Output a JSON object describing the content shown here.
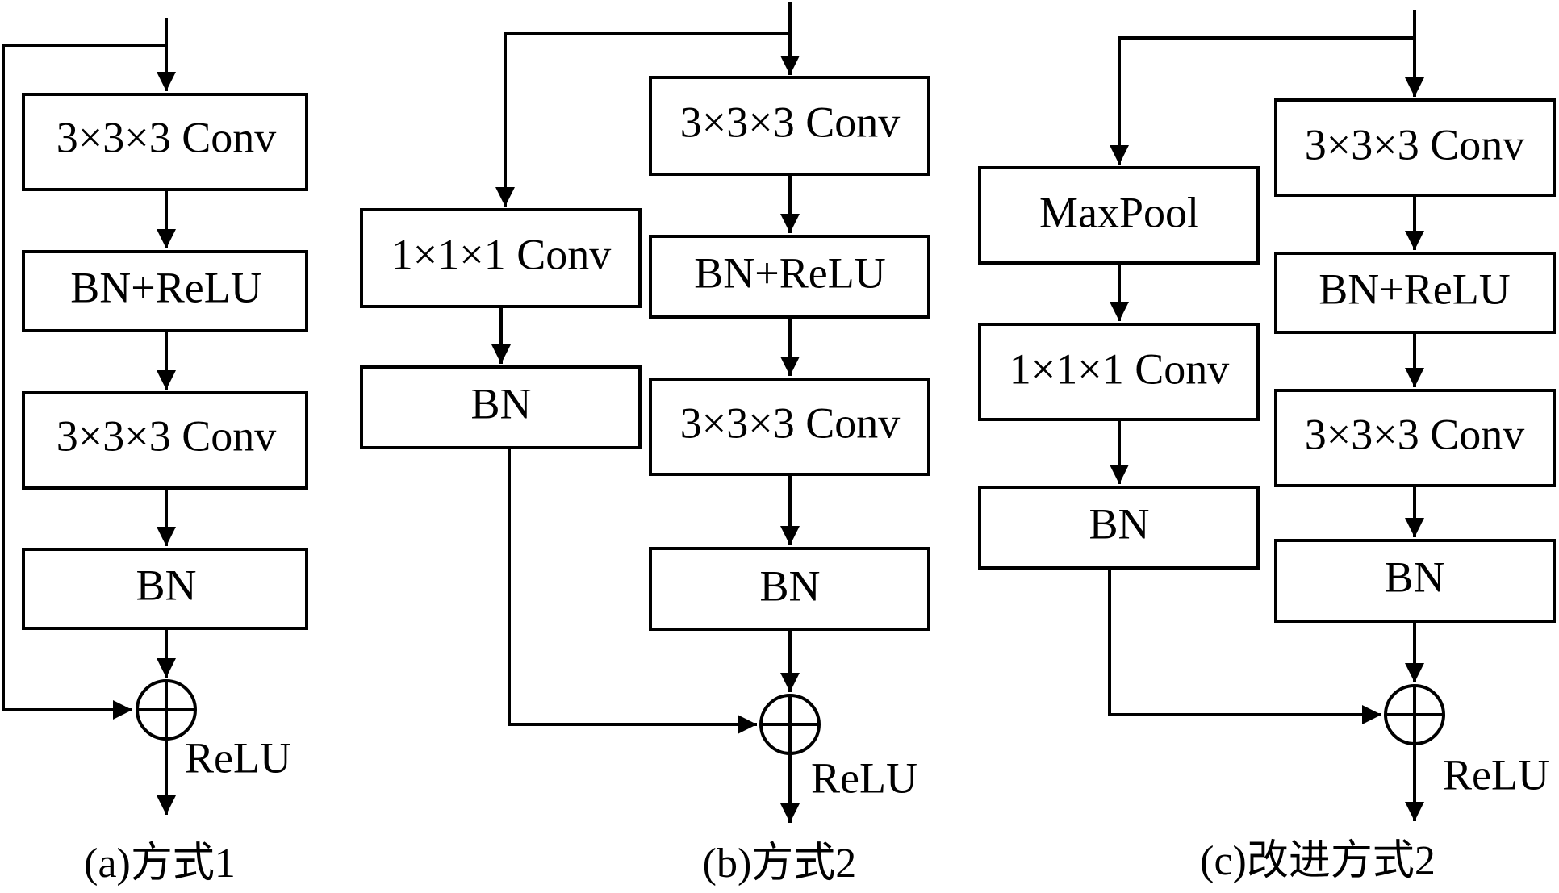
{
  "panel_a": {
    "conv1": "3×3×3 Conv",
    "bnrelu": "BN+ReLU",
    "conv2": "3×3×3 Conv",
    "bn": "BN",
    "relu": "ReLU",
    "caption": "(a)方式1"
  },
  "panel_b": {
    "shortcut_conv": "1×1×1 Conv",
    "shortcut_bn": "BN",
    "conv1": "3×3×3 Conv",
    "bnrelu": "BN+ReLU",
    "conv2": "3×3×3 Conv",
    "bn": "BN",
    "relu": "ReLU",
    "caption": "(b)方式2"
  },
  "panel_c": {
    "shortcut_pool": "MaxPool",
    "shortcut_conv": "1×1×1 Conv",
    "shortcut_bn": "BN",
    "conv1": "3×3×3 Conv",
    "bnrelu": "BN+ReLU",
    "conv2": "3×3×3 Conv",
    "bn": "BN",
    "relu": "ReLU",
    "caption": "(c)改进方式2"
  }
}
